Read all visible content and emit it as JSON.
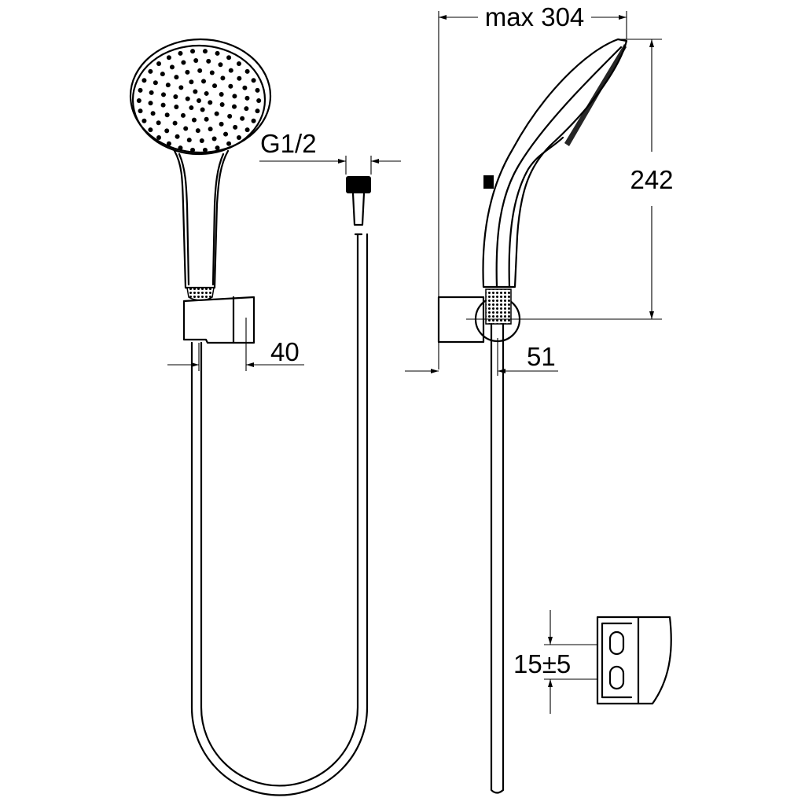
{
  "dimensions": {
    "hose_thread": "G1/2",
    "bracket_width": "40",
    "max_length": "max 304",
    "height": "242",
    "projection": "51",
    "adjust_range": "15±5"
  },
  "colors": {
    "line": "#000000",
    "background": "#ffffff"
  }
}
